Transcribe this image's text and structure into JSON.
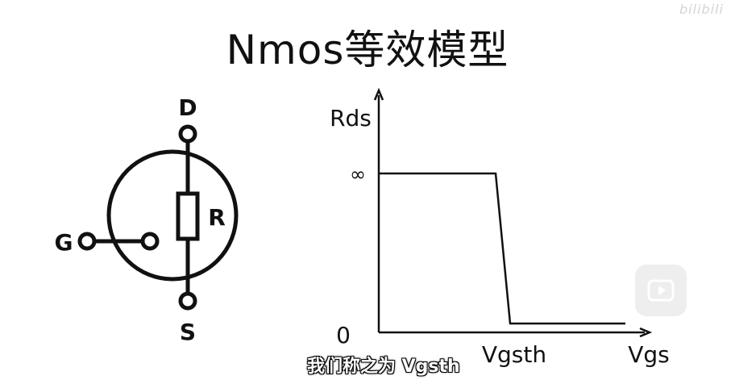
{
  "title": "Nmos等效模型",
  "watermark": "bilibili",
  "symbol": {
    "drain_label": "D",
    "source_label": "S",
    "gate_label": "G",
    "resistor_label": "R"
  },
  "graph": {
    "y_label": "Rds",
    "x_label": "Vgs",
    "y_tick_high": "∞",
    "y_tick_low": "0",
    "x_tick": "Vgsth"
  },
  "subtitle": "我们称之为 Vgsth",
  "colors": {
    "ink": "#111111",
    "background": "#ffffff"
  },
  "icons": {
    "player": "play-icon"
  }
}
